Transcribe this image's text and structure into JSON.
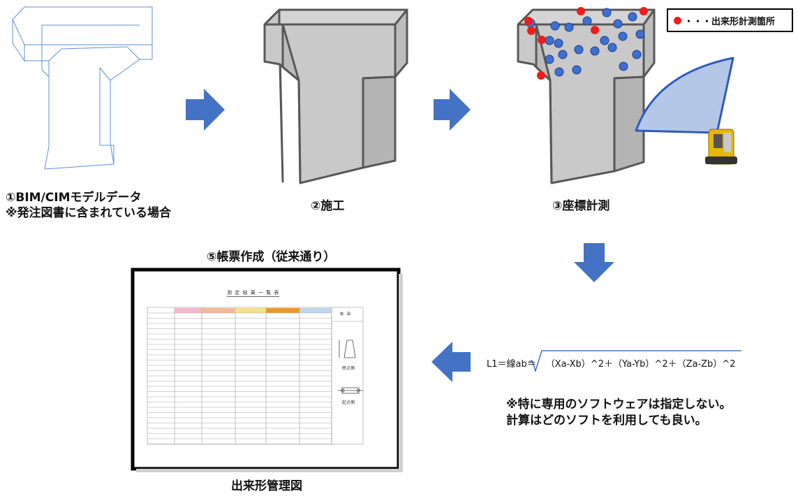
{
  "steps": {
    "step1_line1": "①BIM/CIMモデルデータ",
    "step1_line2": "※発注図書に含まれている場合",
    "step2": "②施工",
    "step3": "③座標計測",
    "step5": "⑤帳票作成（従来通り）",
    "form_caption": "出来形管理図"
  },
  "legend": {
    "text": "・・・出来形計測箇所",
    "dot_color": "#ee1c1c"
  },
  "formula": {
    "lhs": "L1＝線ab＝",
    "body": "（Xa-Xb）^2＋（Ya-Yb）^2＋（Za-Zb）^2"
  },
  "note": {
    "line1": "※特に専用のソフトウェアは指定しない。",
    "line2": "計算はどのソフトを利用しても良い。"
  },
  "form": {
    "title": "測 定 結 果 一 覧 表",
    "side_labels": [
      "終点側",
      "起点側"
    ],
    "side_header": "略　図"
  },
  "colors": {
    "arrow": "#4472c4",
    "concrete_light": "#d4d4d4",
    "concrete_mid": "#c7c7c7",
    "concrete_dark": "#b0b0b0",
    "wire": "#5b8fd6",
    "blue_point": "#3f6fd0",
    "red_point": "#ee1c1c",
    "scan_area": "#b4c7e7"
  },
  "icons": [
    "flow-arrow-right-icon",
    "flow-arrow-down-icon",
    "flow-arrow-left-icon",
    "total-station-icon",
    "measurement-point-icon"
  ]
}
